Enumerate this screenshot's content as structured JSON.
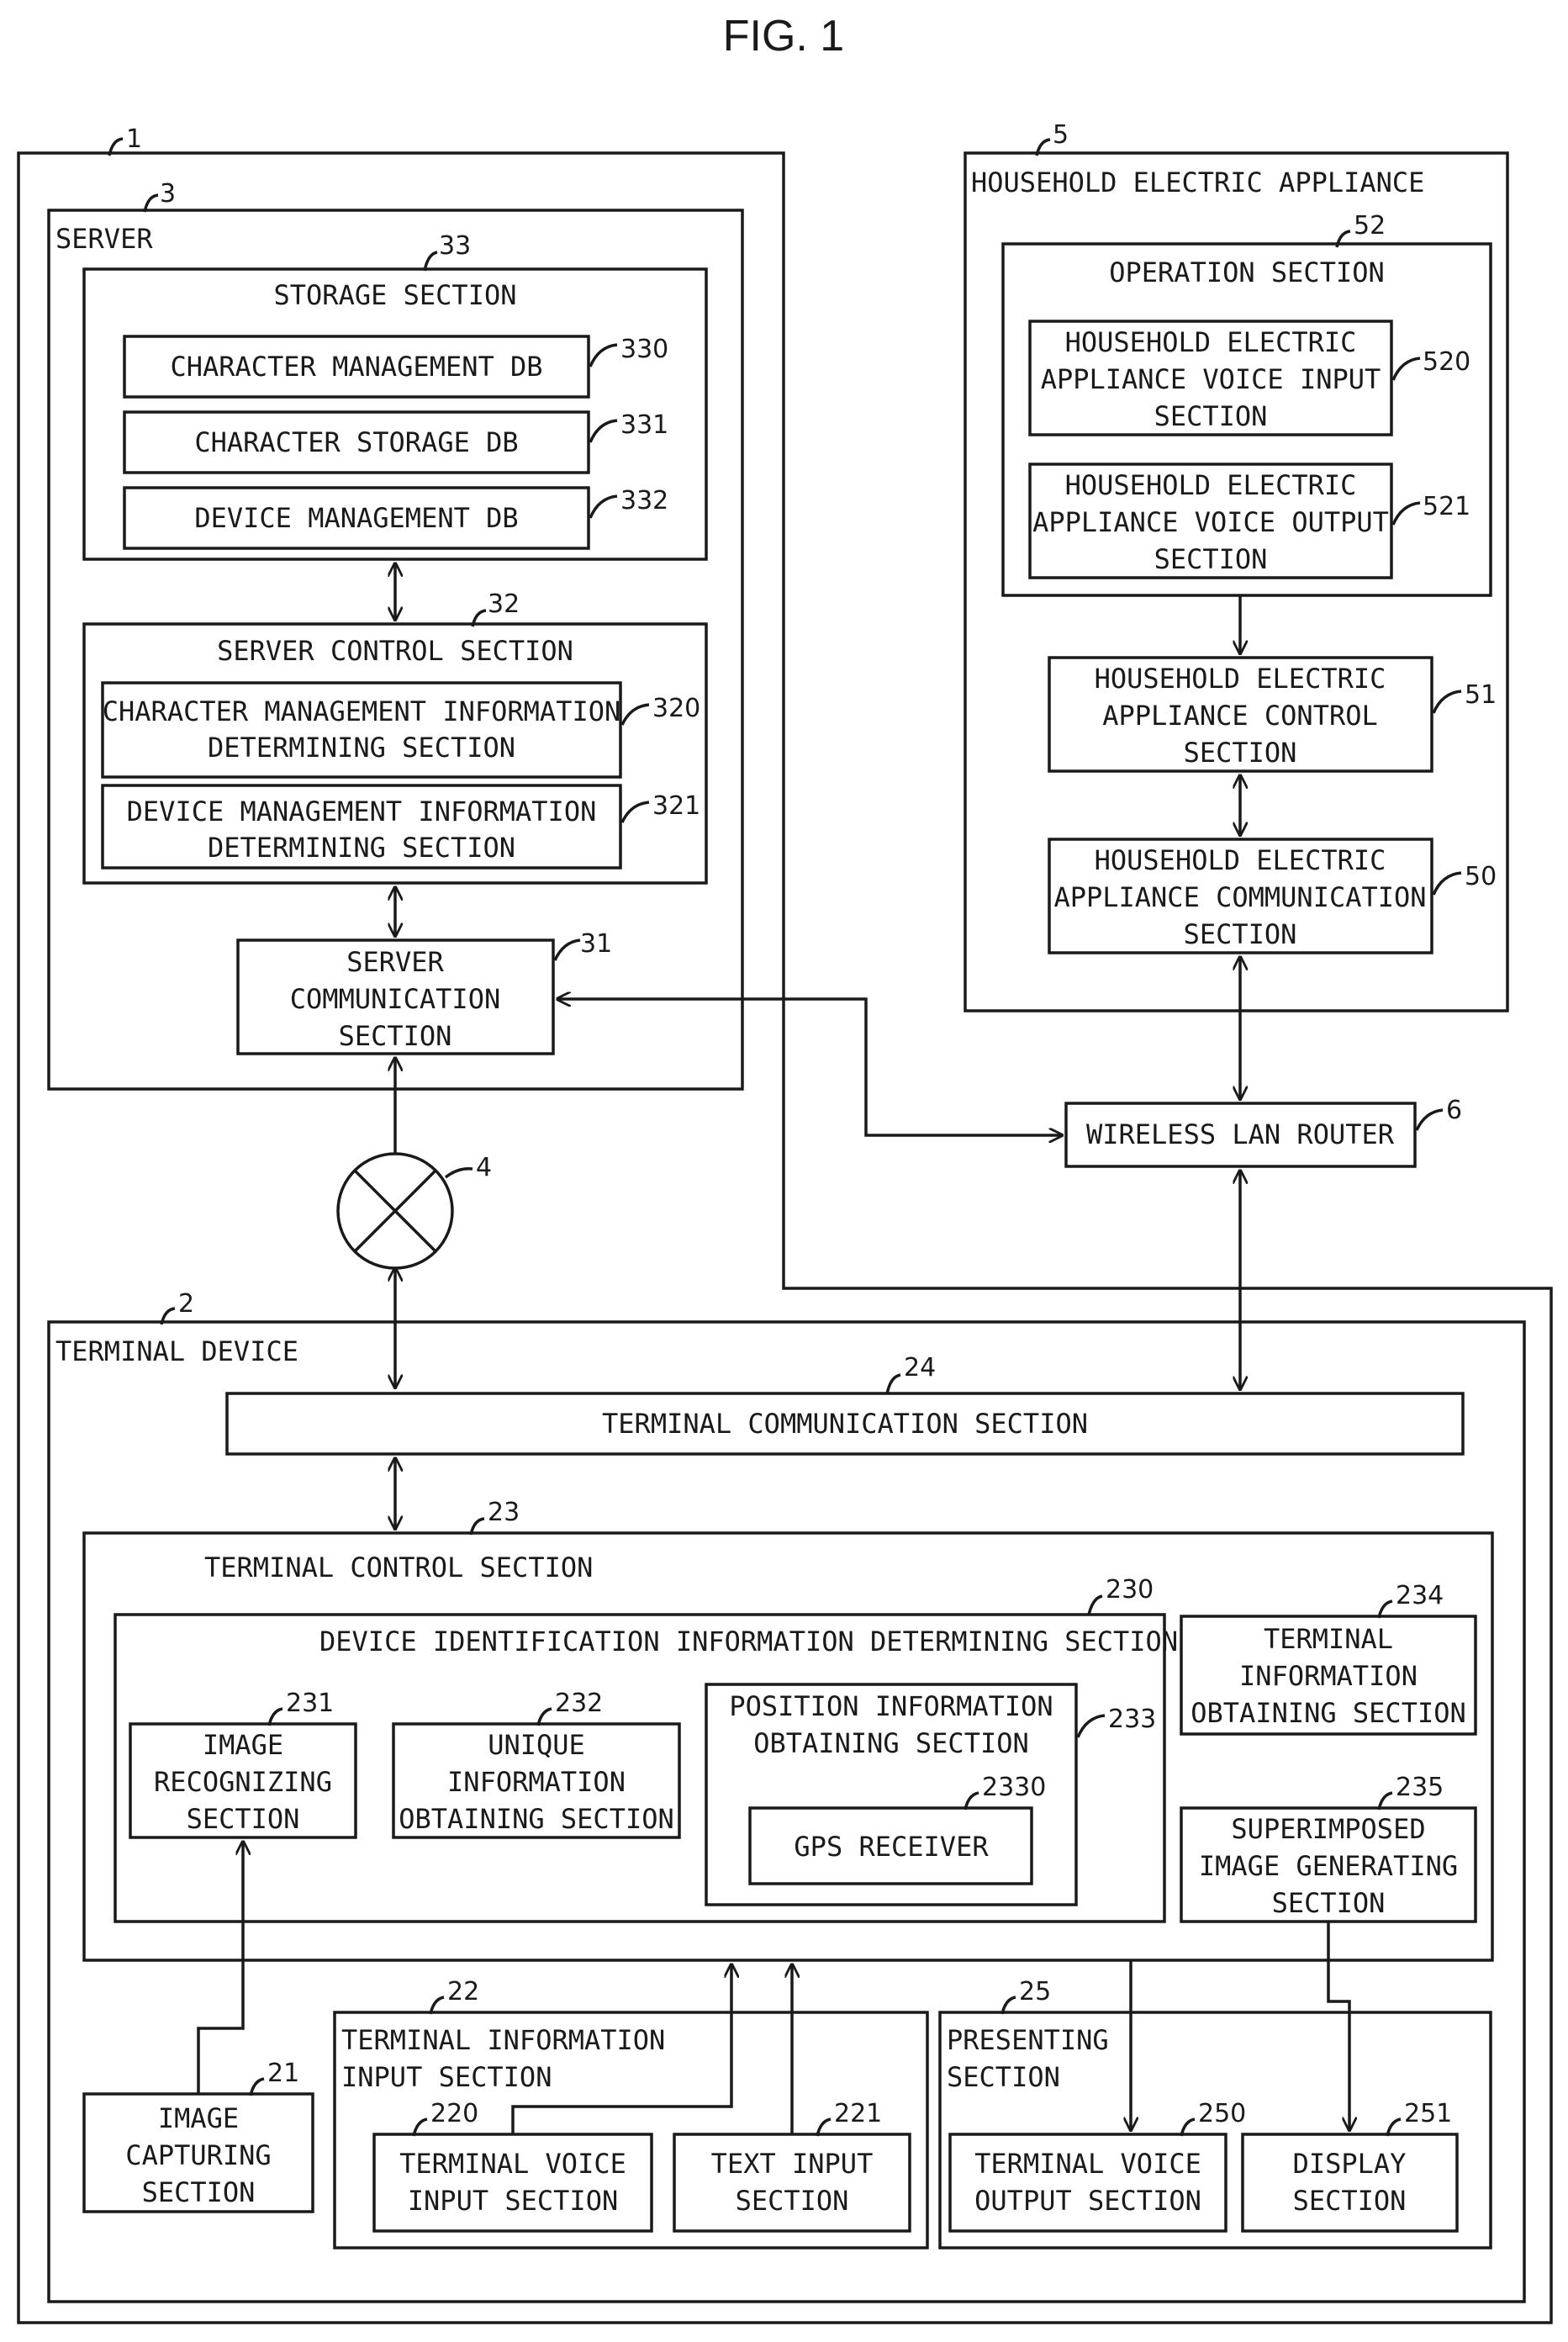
{
  "figure_title": "FIG. 1",
  "system": {
    "ref": "1"
  },
  "server": {
    "ref": "3",
    "label": "SERVER",
    "storage": {
      "ref": "33",
      "label": "STORAGE SECTION",
      "db_character_management": {
        "ref": "330",
        "label": "CHARACTER MANAGEMENT DB"
      },
      "db_character_storage": {
        "ref": "331",
        "label": "CHARACTER STORAGE DB"
      },
      "db_device_management": {
        "ref": "332",
        "label": "DEVICE MANAGEMENT DB"
      }
    },
    "control": {
      "ref": "32",
      "label": "SERVER CONTROL SECTION",
      "char_mgmt_info": {
        "ref": "320",
        "lines": [
          "CHARACTER MANAGEMENT INFORMATION",
          "DETERMINING SECTION"
        ]
      },
      "device_mgmt_info": {
        "ref": "321",
        "lines": [
          "DEVICE MANAGEMENT INFORMATION",
          "DETERMINING SECTION"
        ]
      }
    },
    "communication": {
      "ref": "31",
      "lines": [
        "SERVER",
        "COMMUNICATION",
        "SECTION"
      ]
    }
  },
  "network": {
    "ref": "4"
  },
  "appliance": {
    "ref": "5",
    "label": "HOUSEHOLD ELECTRIC APPLIANCE",
    "operation": {
      "ref": "52",
      "label": "OPERATION SECTION",
      "voice_input": {
        "ref": "520",
        "lines": [
          "HOUSEHOLD ELECTRIC",
          "APPLIANCE VOICE INPUT",
          "SECTION"
        ]
      },
      "voice_output": {
        "ref": "521",
        "lines": [
          "HOUSEHOLD ELECTRIC",
          "APPLIANCE VOICE OUTPUT",
          "SECTION"
        ]
      }
    },
    "control": {
      "ref": "51",
      "lines": [
        "HOUSEHOLD ELECTRIC",
        "APPLIANCE CONTROL",
        "SECTION"
      ]
    },
    "communication": {
      "ref": "50",
      "lines": [
        "HOUSEHOLD ELECTRIC",
        "APPLIANCE COMMUNICATION",
        "SECTION"
      ]
    }
  },
  "router": {
    "ref": "6",
    "label": "WIRELESS LAN ROUTER"
  },
  "terminal": {
    "ref": "2",
    "label": "TERMINAL DEVICE",
    "communication": {
      "ref": "24",
      "label": "TERMINAL COMMUNICATION SECTION"
    },
    "control": {
      "ref": "23",
      "label": "TERMINAL CONTROL SECTION",
      "device_id": {
        "ref": "230",
        "label": "DEVICE IDENTIFICATION INFORMATION DETERMINING SECTION",
        "image_recognizing": {
          "ref": "231",
          "lines": [
            "IMAGE",
            "RECOGNIZING",
            "SECTION"
          ]
        },
        "unique_info": {
          "ref": "232",
          "lines": [
            "UNIQUE",
            "INFORMATION",
            "OBTAINING SECTION"
          ]
        },
        "position_info": {
          "ref": "233",
          "lines": [
            "POSITION INFORMATION",
            "OBTAINING SECTION"
          ],
          "gps": {
            "ref": "2330",
            "label": "GPS RECEIVER"
          }
        }
      },
      "terminal_info": {
        "ref": "234",
        "lines": [
          "TERMINAL",
          "INFORMATION",
          "OBTAINING SECTION"
        ]
      },
      "superimposed": {
        "ref": "235",
        "lines": [
          "SUPERIMPOSED",
          "IMAGE GENERATING",
          "SECTION"
        ]
      }
    },
    "image_capturing": {
      "ref": "21",
      "lines": [
        "IMAGE",
        "CAPTURING",
        "SECTION"
      ]
    },
    "info_input": {
      "ref": "22",
      "lines": [
        "TERMINAL INFORMATION",
        "INPUT SECTION"
      ],
      "voice_input": {
        "ref": "220",
        "lines": [
          "TERMINAL VOICE",
          "INPUT SECTION"
        ]
      },
      "text_input": {
        "ref": "221",
        "lines": [
          "TEXT INPUT",
          "SECTION"
        ]
      }
    },
    "presenting": {
      "ref": "25",
      "lines": [
        "PRESENTING",
        "SECTION"
      ],
      "voice_output": {
        "ref": "250",
        "lines": [
          "TERMINAL VOICE",
          "OUTPUT SECTION"
        ]
      },
      "display": {
        "ref": "251",
        "lines": [
          "DISPLAY",
          "SECTION"
        ]
      }
    }
  }
}
